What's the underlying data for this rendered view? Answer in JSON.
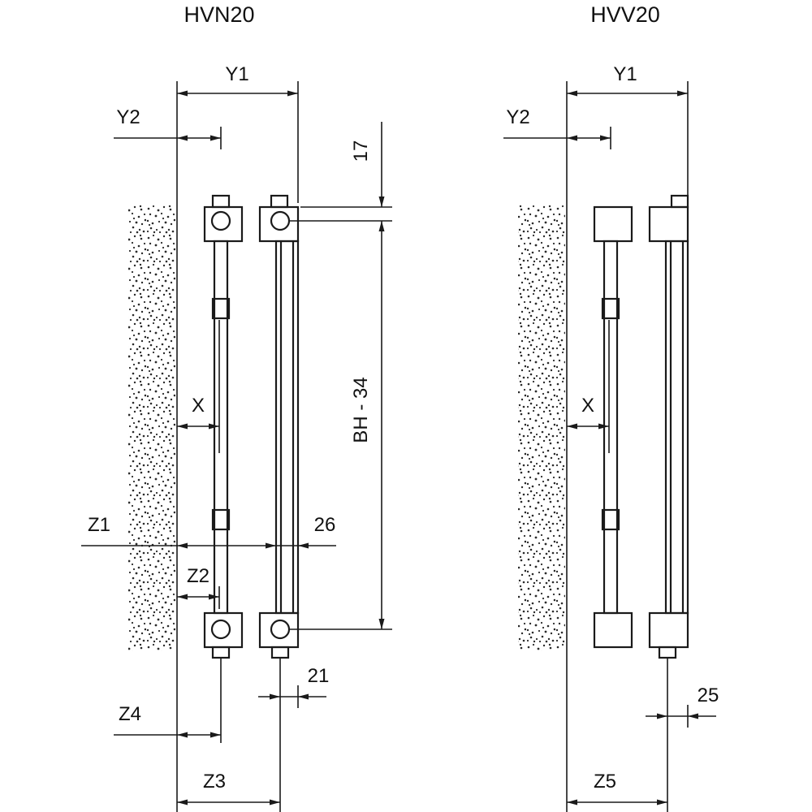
{
  "page": {
    "background": "#ffffff",
    "line_color": "#1a1a1a"
  },
  "diagrams": [
    {
      "id": "hvn20",
      "title": "HVN20",
      "dimension_labels": {
        "y1": "Y1",
        "y2": "Y2",
        "top_offset": "17",
        "bracket_x": "X",
        "height": "BH - 34",
        "z1": "Z1",
        "front_depth": "26",
        "z2": "Z2",
        "bottom_front": "21",
        "z4": "Z4",
        "z3": "Z3"
      }
    },
    {
      "id": "hvv20",
      "title": "HVV20",
      "dimension_labels": {
        "y1": "Y1",
        "y2": "Y2",
        "bracket_x": "X",
        "bottom_front": "25",
        "z5": "Z5"
      }
    }
  ]
}
